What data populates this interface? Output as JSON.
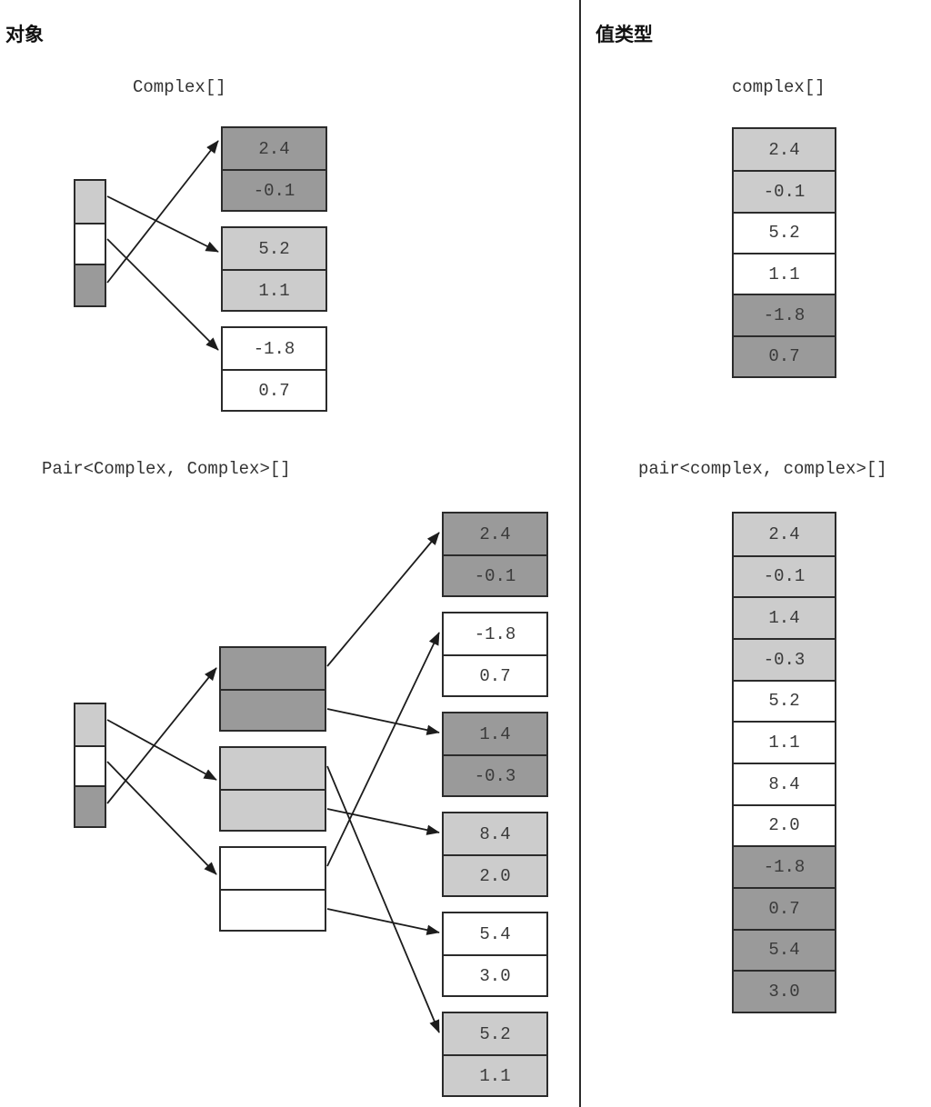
{
  "headers": {
    "left": "对象",
    "right": "值类型"
  },
  "sections": {
    "top_left": {
      "type_label": "Complex[]",
      "ref_cells": [
        {
          "name": "ref-slot-0",
          "fill": "light"
        },
        {
          "name": "ref-slot-1",
          "fill": "white"
        },
        {
          "name": "ref-slot-2",
          "fill": "dark"
        }
      ],
      "objects": [
        {
          "fill": "dark",
          "values": [
            "2.4",
            "-0.1"
          ]
        },
        {
          "fill": "light",
          "values": [
            "5.2",
            "1.1"
          ]
        },
        {
          "fill": "white",
          "values": [
            "-1.8",
            "0.7"
          ]
        }
      ]
    },
    "top_right": {
      "type_label": "complex[]",
      "cells": [
        {
          "value": "2.4",
          "fill": "light"
        },
        {
          "value": "-0.1",
          "fill": "light"
        },
        {
          "value": "5.2",
          "fill": "white"
        },
        {
          "value": "1.1",
          "fill": "white"
        },
        {
          "value": "-1.8",
          "fill": "dark"
        },
        {
          "value": "0.7",
          "fill": "dark"
        }
      ]
    },
    "bottom_left": {
      "type_label": "Pair<Complex, Complex>[]",
      "ref_cells": [
        {
          "name": "ref-slot-0",
          "fill": "light"
        },
        {
          "name": "ref-slot-1",
          "fill": "white"
        },
        {
          "name": "ref-slot-2",
          "fill": "dark"
        }
      ],
      "pairs": [
        {
          "fill": "dark",
          "values": [
            "",
            ""
          ]
        },
        {
          "fill": "light",
          "values": [
            "",
            ""
          ]
        },
        {
          "fill": "white",
          "values": [
            "",
            ""
          ]
        }
      ],
      "objects": [
        {
          "fill": "dark",
          "values": [
            "2.4",
            "-0.1"
          ]
        },
        {
          "fill": "white",
          "values": [
            "-1.8",
            "0.7"
          ]
        },
        {
          "fill": "dark",
          "values": [
            "1.4",
            "-0.3"
          ]
        },
        {
          "fill": "light",
          "values": [
            "8.4",
            "2.0"
          ]
        },
        {
          "fill": "white",
          "values": [
            "5.4",
            "3.0"
          ]
        },
        {
          "fill": "light",
          "values": [
            "5.2",
            "1.1"
          ]
        }
      ]
    },
    "bottom_right": {
      "type_label": "pair<complex, complex>[]",
      "cells": [
        {
          "value": "2.4",
          "fill": "light"
        },
        {
          "value": "-0.1",
          "fill": "light"
        },
        {
          "value": "1.4",
          "fill": "light"
        },
        {
          "value": "-0.3",
          "fill": "light"
        },
        {
          "value": "5.2",
          "fill": "white"
        },
        {
          "value": "1.1",
          "fill": "white"
        },
        {
          "value": "8.4",
          "fill": "white"
        },
        {
          "value": "2.0",
          "fill": "white"
        },
        {
          "value": "-1.8",
          "fill": "dark"
        },
        {
          "value": "0.7",
          "fill": "dark"
        },
        {
          "value": "5.4",
          "fill": "dark"
        },
        {
          "value": "3.0",
          "fill": "dark"
        }
      ]
    }
  },
  "colors": {
    "light_gray": "#cccccc",
    "dark_gray": "#9a9a9a",
    "white": "#ffffff",
    "border": "#2b2b2b"
  }
}
